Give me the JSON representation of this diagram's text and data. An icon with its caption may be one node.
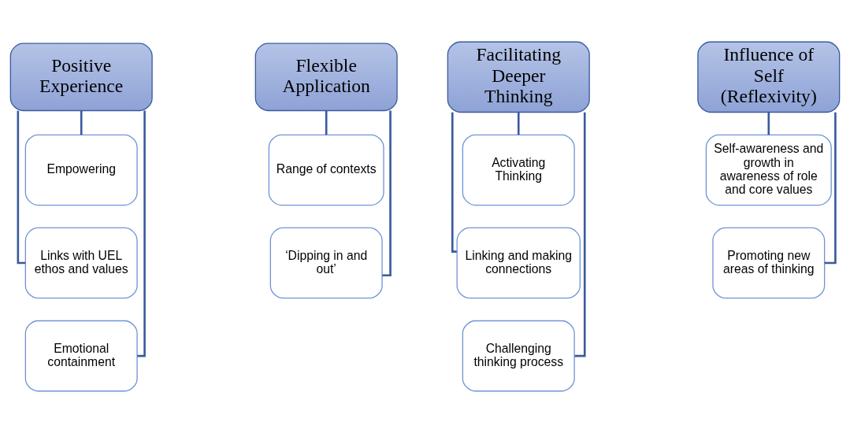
{
  "diagram": {
    "nodes": [
      {
        "text": [
          "Positive Experience"
        ]
      },
      {
        "text": [
          "Empowering"
        ]
      },
      {
        "text": [
          "Links with UEL ethos and values"
        ]
      },
      {
        "text": [
          "Emotional containment"
        ]
      },
      {
        "text": [
          "Flexible Application"
        ]
      },
      {
        "text": [
          "Range of contexts"
        ]
      },
      {
        "text": [
          "‘Dipping in and out’"
        ]
      },
      {
        "text": [
          "Facilitating Deeper Thinking"
        ]
      },
      {
        "text": [
          "Activating Thinking"
        ]
      },
      {
        "text": [
          "Linking and making connections"
        ]
      },
      {
        "text": [
          "Challenging thinking process"
        ]
      },
      {
        "text": [
          "Influence of Self (Reflexivity)"
        ]
      },
      {
        "text": [
          "Self-awareness and growth in awareness of role and core values"
        ]
      },
      {
        "text": [
          "Promoting new areas of thinking"
        ]
      }
    ],
    "edges": [
      {
        "from": 0,
        "to": 1,
        "arrow": "none"
      },
      {
        "from": 0,
        "to": 2,
        "arrow": "none"
      },
      {
        "from": 0,
        "to": 3,
        "arrow": "none"
      },
      {
        "from": 4,
        "to": 5,
        "arrow": "none"
      },
      {
        "from": 4,
        "to": 6,
        "arrow": "none"
      },
      {
        "from": 7,
        "to": 8,
        "arrow": "none"
      },
      {
        "from": 7,
        "to": 9,
        "arrow": "none"
      },
      {
        "from": 7,
        "to": 10,
        "arrow": "none"
      },
      {
        "from": 11,
        "to": 12,
        "arrow": "none"
      },
      {
        "from": 11,
        "to": 13,
        "arrow": "none"
      }
    ]
  }
}
